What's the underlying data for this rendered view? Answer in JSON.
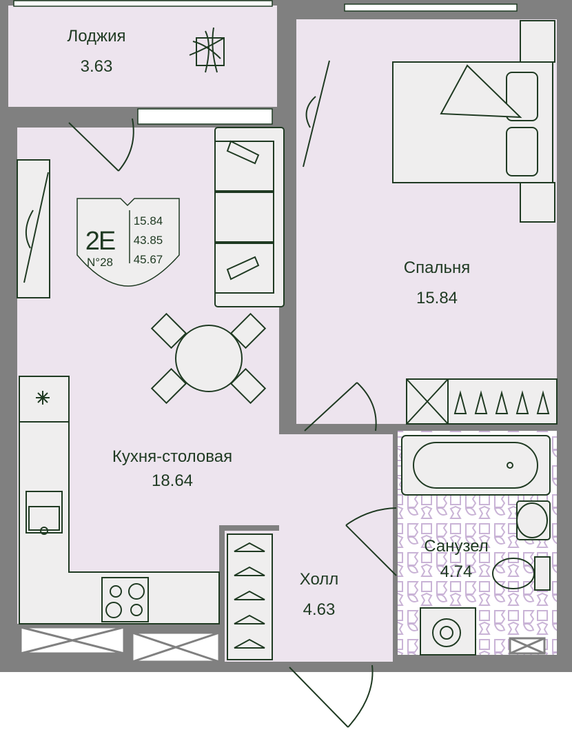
{
  "plan": {
    "rooms": [
      {
        "name": "Лоджия",
        "area": "3.63"
      },
      {
        "name": "Спальня",
        "area": "15.84"
      },
      {
        "name": "Кухня-столовая",
        "area": "18.64"
      },
      {
        "name": "Холл",
        "area": "4.63"
      },
      {
        "name": "Санузел",
        "area": "4.74"
      }
    ],
    "badge": {
      "type": "2E",
      "number": "N°28",
      "living_area": "15.84",
      "total_area": "43.85",
      "area_with_loggia": "45.67"
    },
    "colors": {
      "wall": "#808080",
      "room": "#ede4ee",
      "furniture": "#efeeee",
      "line": "#1f3a22",
      "tile": "#c9b3d6"
    }
  }
}
